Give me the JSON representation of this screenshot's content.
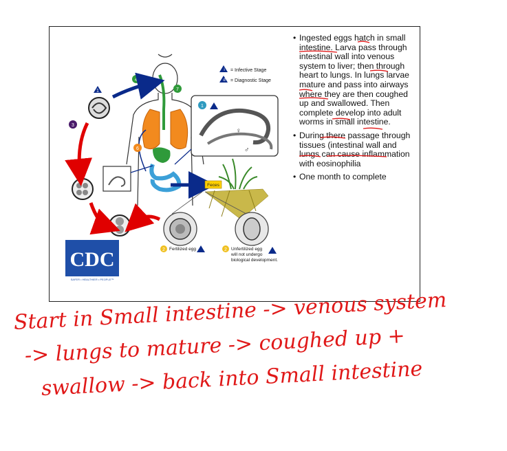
{
  "slide": {
    "bullets": [
      "Ingested eggs hatch in small intestine. Larva pass through intestinal wall into venous system to liver; then through heart to lungs. In lungs larvae mature and pass into airways where they are then coughed up and swallowed. Then complete develop into adult worms in small intestine.",
      "During there passage through tissues (intestinal wall and lungs can cause inflammation with eosinophilia",
      "One month to complete"
    ],
    "diagram": {
      "legend_infective": "= Infective Stage",
      "legend_diagnostic": "= Diagnostic Stage",
      "feces_label": "Feces",
      "fertilized_label": "Fertilized egg",
      "unfertilized_label_1": "Unfertilized egg",
      "unfertilized_label_2": "will not undergo",
      "unfertilized_label_3": "biological development.",
      "logo_text": "CDC",
      "logo_tagline": "SAFER • HEALTHIER • PEOPLE™",
      "female_symbol": "♀",
      "male_symbol": "♂",
      "stage_numbers": [
        "1",
        "2",
        "3",
        "4",
        "5",
        "6",
        "7"
      ]
    }
  },
  "handwritten_notes": [
    "Start in Small intestine -> venous system",
    "-> lungs to mature -> coughed up +",
    "swallow -> back into Small intestine"
  ],
  "colors": {
    "annotation_red": "#e01818",
    "arrow_red": "#e00000",
    "arrow_blue": "#0a2a8a",
    "feces_yellow": "#ffd000",
    "lung_orange": "#f28a1e",
    "intestine_blue": "#3ca0d8",
    "esophagus_green": "#2f9a3a"
  }
}
